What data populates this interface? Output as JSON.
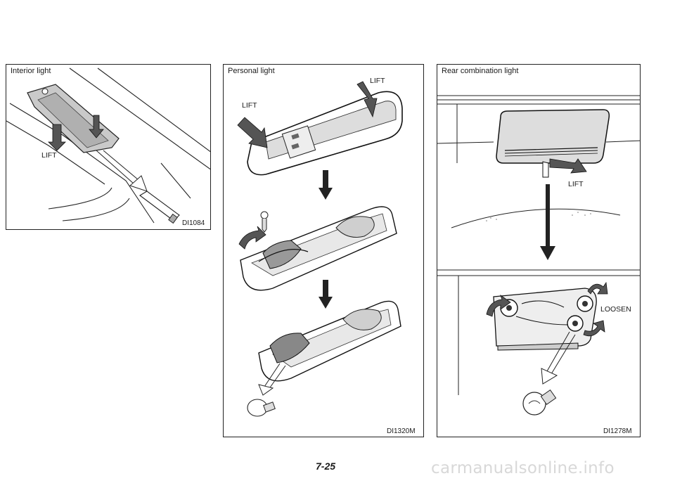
{
  "panels": {
    "interior": {
      "title": "Interior light",
      "lift_label": "LIFT",
      "code": "DI1084"
    },
    "personal": {
      "title": "Personal light",
      "lift_left": "LIFT",
      "lift_right": "LIFT",
      "code": "DI1320M"
    },
    "rear": {
      "title": "Rear combination light",
      "lift_label": "LIFT",
      "loosen_label": "LOOSEN",
      "code": "DI1278M"
    }
  },
  "page_number": "7-25",
  "watermark": "carmanualsonline.info"
}
